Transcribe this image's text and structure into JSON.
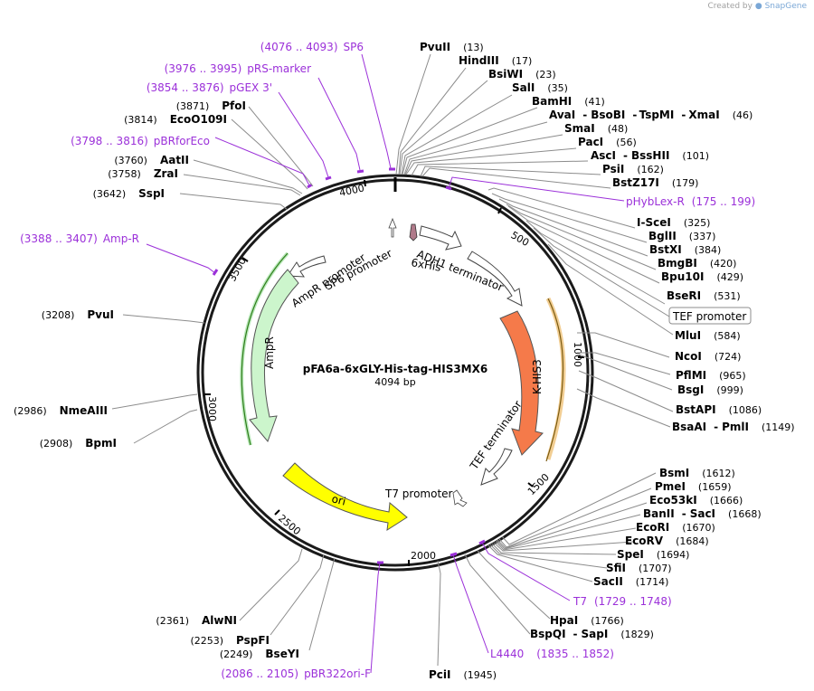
{
  "credit": {
    "prefix": "Created by",
    "brand": "SnapGene"
  },
  "plasmid": {
    "name": "pFA6a-6xGLY-His-tag-HIS3MX6",
    "size_label": "4094 bp"
  },
  "ticks": [
    "500",
    "1000",
    "1500",
    "2000",
    "2500",
    "3000",
    "3500",
    "4000"
  ],
  "sites": [
    {
      "name": "PvuII",
      "pos": "(13)"
    },
    {
      "name": "HindIII",
      "pos": "(17)"
    },
    {
      "name": "BsiWI",
      "pos": "(23)"
    },
    {
      "name": "SalI",
      "pos": "(35)"
    },
    {
      "name": "BamHI",
      "pos": "(41)"
    },
    {
      "name": "AvaI",
      "sep1": "-",
      "name2": "BsoBI",
      "sep2": "-",
      "name3": "TspMI",
      "sep3": "-",
      "name4": "XmaI",
      "pos": "(46)"
    },
    {
      "name": "SmaI",
      "pos": "(48)"
    },
    {
      "name": "PacI",
      "pos": "(56)"
    },
    {
      "name": "AscI",
      "sep1": "-",
      "name2": "BssHII",
      "pos": "(101)"
    },
    {
      "name": "PsiI",
      "pos": "(162)"
    },
    {
      "name": "BstZ17I",
      "pos": "(179)"
    },
    {
      "name": "I-SceI",
      "pos": "(325)"
    },
    {
      "name": "BglII",
      "pos": "(337)"
    },
    {
      "name": "BstXI",
      "pos": "(384)"
    },
    {
      "name": "BmgBI",
      "pos": "(420)"
    },
    {
      "name": "Bpu10I",
      "pos": "(429)"
    },
    {
      "name": "BseRI",
      "pos": "(531)"
    },
    {
      "name": "MluI",
      "pos": "(584)"
    },
    {
      "name": "NcoI",
      "pos": "(724)"
    },
    {
      "name": "PflMI",
      "pos": "(965)"
    },
    {
      "name": "BsgI",
      "pos": "(999)"
    },
    {
      "name": "BstAPI",
      "pos": "(1086)"
    },
    {
      "name": "BsaAI",
      "sep1": "-",
      "name2": "PmlI",
      "pos": "(1149)"
    },
    {
      "name": "BsmI",
      "pos": "(1612)"
    },
    {
      "name": "PmeI",
      "pos": "(1659)"
    },
    {
      "name": "Eco53kI",
      "pos": "(1666)"
    },
    {
      "name": "BanII",
      "sep1": "-",
      "name2": "SacI",
      "pos": "(1668)"
    },
    {
      "name": "EcoRI",
      "pos": "(1670)"
    },
    {
      "name": "EcoRV",
      "pos": "(1684)"
    },
    {
      "name": "SpeI",
      "pos": "(1694)"
    },
    {
      "name": "SfiI",
      "pos": "(1707)"
    },
    {
      "name": "SacII",
      "pos": "(1714)"
    },
    {
      "name": "HpaI",
      "pos": "(1766)"
    },
    {
      "name": "BspQI",
      "sep1": "-",
      "name2": "SapI",
      "pos": "(1829)"
    },
    {
      "name": "PciI",
      "pos": "(1945)"
    },
    {
      "name": "AlwNI",
      "pos": "(2361)"
    },
    {
      "name": "PspFI",
      "pos": "(2253)"
    },
    {
      "name": "BseYI",
      "pos": "(2249)"
    },
    {
      "name": "BpmI",
      "pos": "(2908)"
    },
    {
      "name": "NmeAIII",
      "pos": "(2986)"
    },
    {
      "name": "PvuI",
      "pos": "(3208)"
    },
    {
      "name": "SspI",
      "pos": "(3642)"
    },
    {
      "name": "ZraI",
      "pos": "(3758)"
    },
    {
      "name": "AatII",
      "pos": "(3760)"
    },
    {
      "name": "EcoO109I",
      "pos": "(3814)"
    },
    {
      "name": "PfoI",
      "pos": "(3871)"
    }
  ],
  "primers": [
    {
      "name": "SP6",
      "range": "(4076 .. 4093)"
    },
    {
      "name": "pRS-marker",
      "range": "(3976 .. 3995)"
    },
    {
      "name": "pGEX 3'",
      "range": "(3854 .. 3876)"
    },
    {
      "name": "pBRforEco",
      "range": "(3798 .. 3816)"
    },
    {
      "name": "Amp-R",
      "range": "(3388 .. 3407)"
    },
    {
      "name": "pHybLex-R",
      "range": "(175 .. 199)"
    },
    {
      "name": "T7",
      "range": "(1729 .. 1748)"
    },
    {
      "name": "L4440",
      "range": "(1835 .. 1852)"
    },
    {
      "name": "pBR322ori-F",
      "range": "(2086 .. 2105)"
    }
  ],
  "features": {
    "tef_promoter_box": "TEF promoter",
    "adh1_terminator": "ADH1 terminator",
    "his6": "6xHis",
    "sp6_promoter": "SP6 promoter",
    "ampr_promoter": "AmpR promoter",
    "ampr": "AmpR",
    "khis3": "K-HIS3",
    "tef_terminator": "TEF terminator",
    "t7_promoter": "T7 promoter",
    "ori": "ori"
  },
  "colors": {
    "primer": "#9b30d9",
    "ampr_fill": "#ccf5cc",
    "ampr_strand": "#2e7d1a",
    "khis3_fill": "#f57a4a",
    "khis3_strand": "#e8a53a",
    "ori_fill": "#ffff00",
    "his_tag": "#b07a8a"
  }
}
